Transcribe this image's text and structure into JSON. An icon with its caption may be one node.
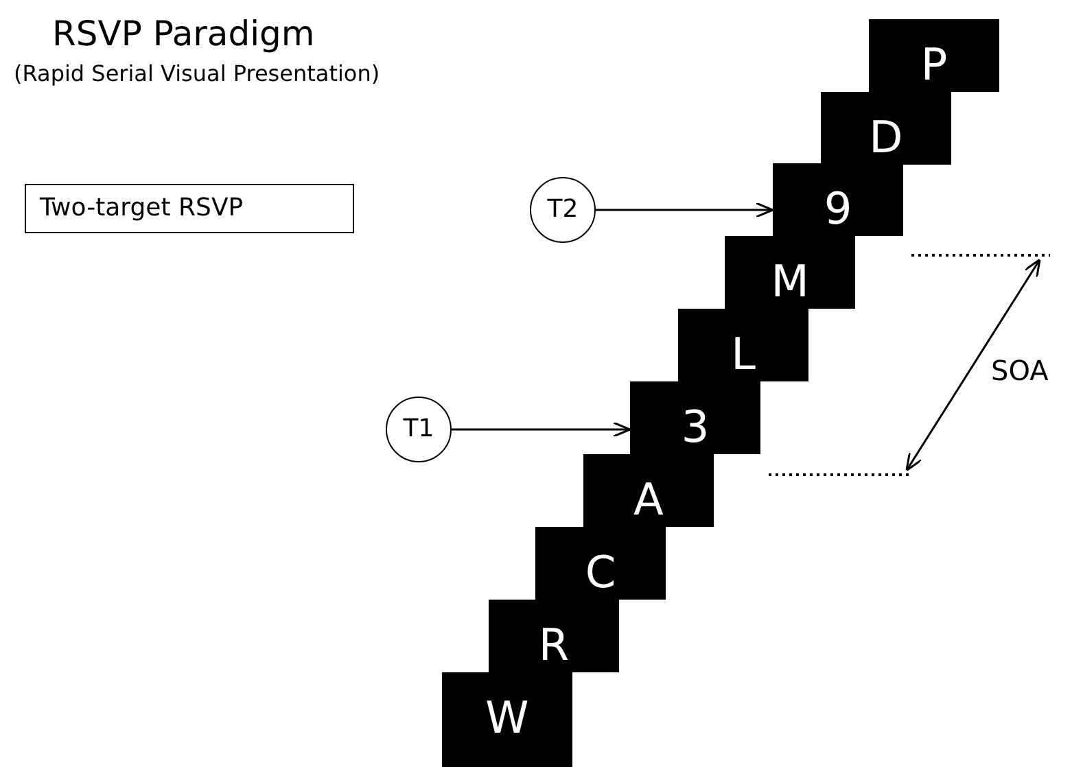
{
  "diagram": {
    "title": "RSVP Paradigm",
    "nodes": [
      {
        "text": [
          "Two-target RSVP"
        ]
      },
      {
        "text": [
          "P"
        ]
      },
      {
        "text": [
          "D"
        ]
      },
      {
        "text": [
          "T2"
        ]
      },
      {
        "text": [
          "9"
        ]
      },
      {
        "text": [
          "M"
        ]
      },
      {
        "text": [
          "L"
        ]
      },
      {
        "text": [
          "T1"
        ]
      },
      {
        "text": [
          "3"
        ]
      },
      {
        "text": [
          "A"
        ]
      },
      {
        "text": [
          "C"
        ]
      },
      {
        "text": [
          "R"
        ]
      },
      {
        "text": [
          "W"
        ]
      }
    ],
    "edges": [
      {
        "from": 3,
        "to": 4,
        "arrow": "to"
      },
      {
        "from": 7,
        "to": 8,
        "arrow": "to"
      }
    ],
    "labels": [
      "(Rapid Serial Visual Presentation)",
      "SOA"
    ]
  }
}
